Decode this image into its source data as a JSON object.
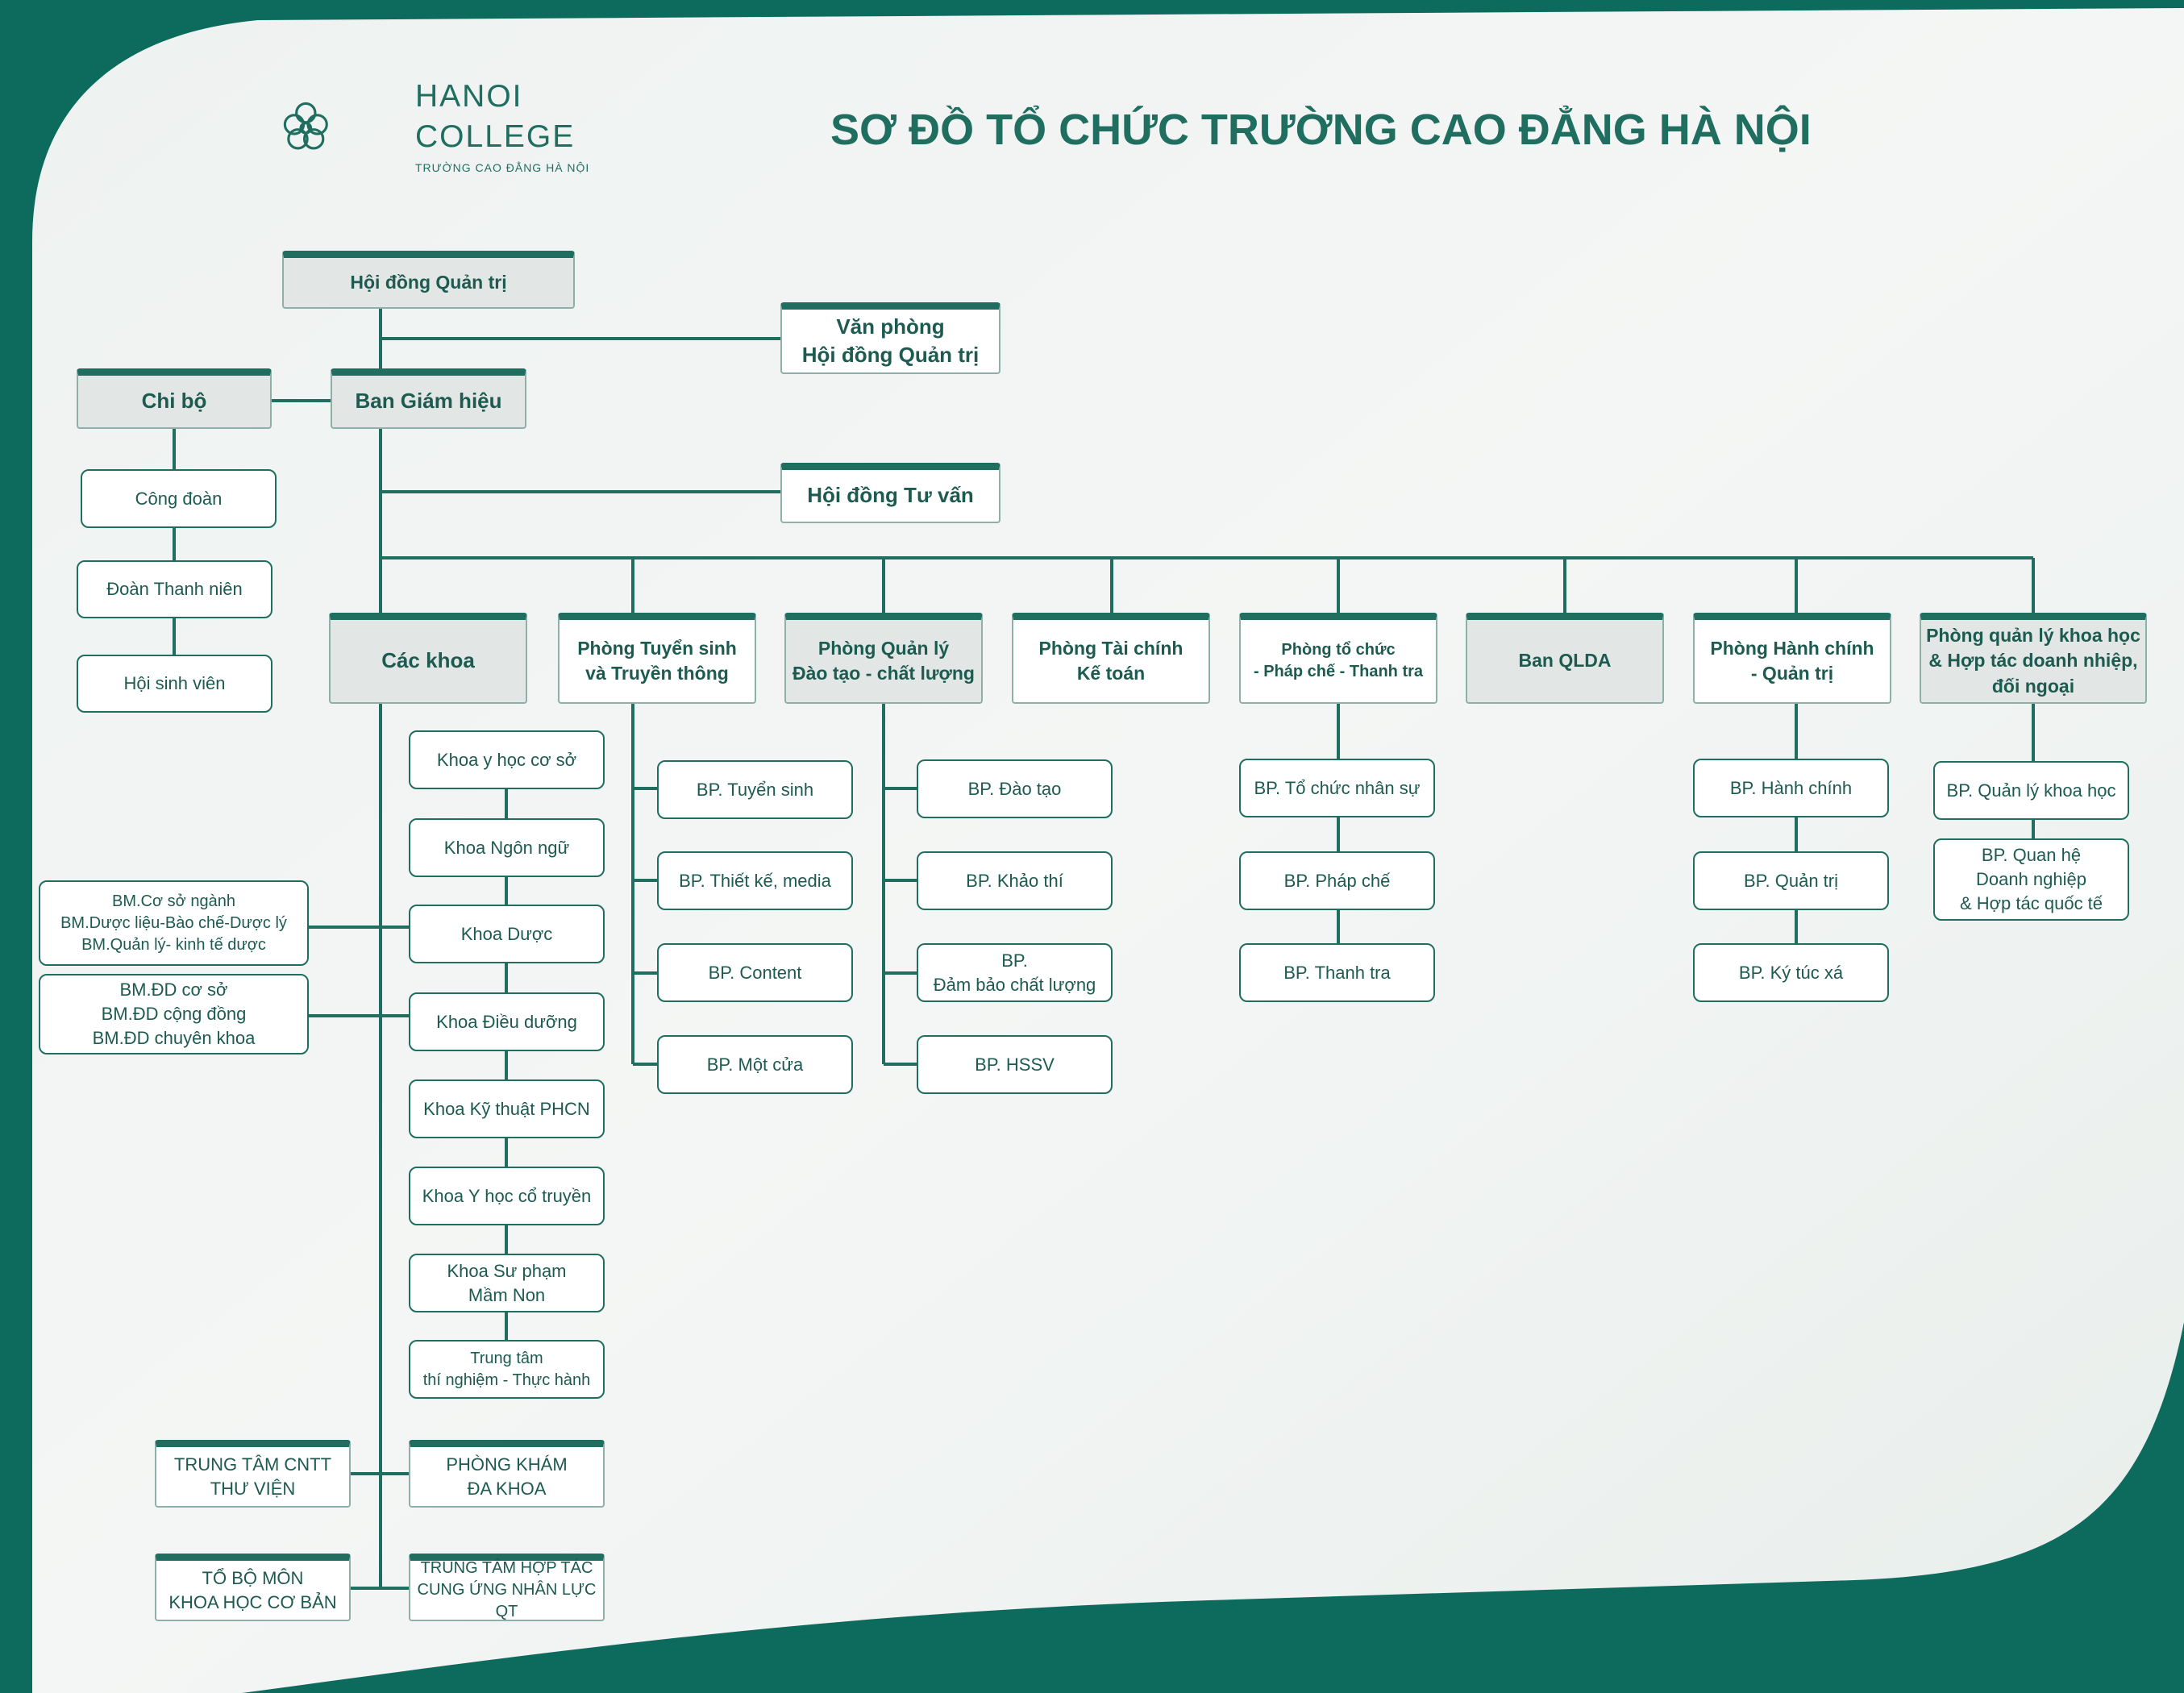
{
  "logo": {
    "name_line1": "HANOI",
    "name_line2": "COLLEGE",
    "subtitle": "TRƯỜNG CAO ĐẲNG HÀ NỘI"
  },
  "title": "SƠ ĐỒ TỔ CHỨC TRƯỜNG CAO ĐẲNG HÀ NỘI",
  "colors": {
    "brand": "#1f6e60",
    "frame": "#0d6b5e",
    "header_fill": "#e2e6e5"
  },
  "nodes": {
    "hoi_dong_quan_tri": "Hội đồng Quản trị",
    "van_phong_hdqt": "Văn phòng\nHội đồng Quản trị",
    "chi_bo": "Chi bộ",
    "ban_giam_hieu": "Ban Giám hiệu",
    "hoi_dong_tu_van": "Hội đồng Tư vấn",
    "cong_doan": "Công đoàn",
    "doan_thanh_nien": "Đoàn Thanh niên",
    "hoi_sinh_vien": "Hội sinh viên",
    "cac_khoa": "Các khoa",
    "phong_tuyen_sinh": "Phòng Tuyển sinh\nvà Truyền thông",
    "phong_quan_ly_dt": "Phòng Quản lý\nĐào tạo - chất lượng",
    "phong_tai_chinh": "Phòng Tài chính\nKế toán",
    "phong_to_chuc": "Phòng tổ chức\n- Pháp chế - Thanh tra",
    "ban_qlda": "Ban QLDA",
    "phong_hanh_chinh": "Phòng Hành chính\n- Quản trị",
    "phong_qlkh": "Phòng quản lý khoa học\n& Hợp tác doanh nhiệp,\nđối ngoại",
    "khoa_y_hoc_co_so": "Khoa y học cơ sở",
    "khoa_ngon_ngu": "Khoa Ngôn ngữ",
    "khoa_duoc": "Khoa Dược",
    "khoa_dieu_duong": "Khoa Điều dưỡng",
    "khoa_ky_thuat_phcn": "Khoa Kỹ thuật PHCN",
    "khoa_y_hoc_co_truyen": "Khoa Y học cổ truyền",
    "khoa_su_pham": "Khoa Sư phạm\nMầm Non",
    "trung_tam_thi_nghiem": "Trung tâm\nthí nghiệm - Thực hành",
    "bm_duoc": "BM.Cơ sở ngành\nBM.Dược liệu-Bào chế-Dược lý\nBM.Quản lý- kinh tế dược",
    "bm_dd": "BM.ĐD cơ sở\nBM.ĐD cộng đồng\nBM.ĐD chuyên khoa",
    "trung_tam_cntt": "TRUNG TÂM CNTT\nTHƯ VIỆN",
    "phong_kham": "PHÒNG KHÁM\nĐA KHOA",
    "to_bo_mon": "TỔ BỘ MÔN\nKHOA HỌC CƠ BẢN",
    "trung_tam_hop_tac": "TRUNG TÂM HỢP TÁC\nCUNG ỨNG NHÂN LỰC QT",
    "bp_tuyen_sinh": "BP. Tuyển sinh",
    "bp_thiet_ke": "BP. Thiết kế, media",
    "bp_content": "BP. Content",
    "bp_mot_cua": "BP. Một cửa",
    "bp_dao_tao": "BP. Đào tạo",
    "bp_khao_thi": "BP. Khảo thí",
    "bp_dbcl": "BP.\nĐảm bảo chất lượng",
    "bp_hssv": "BP. HSSV",
    "bp_to_chuc_nhan_su": "BP. Tổ chức nhân sự",
    "bp_phap_che": "BP. Pháp chế",
    "bp_thanh_tra": "BP. Thanh tra",
    "bp_hanh_chinh": "BP. Hành chính",
    "bp_quan_tri": "BP. Quản trị",
    "bp_ky_tuc_xa": "BP. Ký túc xá",
    "bp_qlkh": "BP. Quản lý khoa học",
    "bp_quan_he_dn": "BP. Quan hệ\nDoanh nghiệp\n& Hợp tác quốc tế"
  }
}
